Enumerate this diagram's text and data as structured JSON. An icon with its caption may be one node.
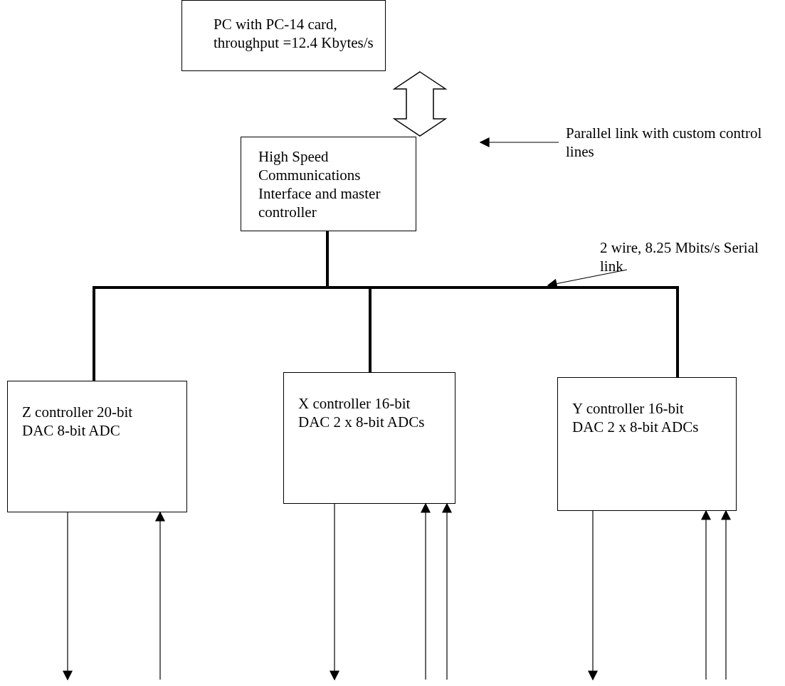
{
  "diagram": {
    "nodes": [
      {
        "text": [
          "PC with PC-14 card, throughput =12.4 Kbytes/s"
        ]
      },
      {
        "text": [
          "High Speed Communications Interface and master controller"
        ]
      },
      {
        "text": [
          "Z controller 20-bit DAC 8-bit ADC"
        ]
      },
      {
        "text": [
          "X controller 16-bit DAC 2 x 8-bit ADCs"
        ]
      },
      {
        "text": [
          "Y controller 16-bit DAC 2 x 8-bit ADCs"
        ]
      },
      {
        "text": [
          "Parallel link with custom control lines"
        ]
      },
      {
        "text": [
          "2 wire, 8.25 Mbits/s Serial link"
        ]
      }
    ],
    "edges": [
      {
        "from": 0,
        "to": 1,
        "arrow": "both",
        "style": "thick"
      },
      {
        "from": 1,
        "to": 2,
        "arrow": "none",
        "style": "thick"
      },
      {
        "from": 1,
        "to": 3,
        "arrow": "none",
        "style": "thick"
      },
      {
        "from": 1,
        "to": 4,
        "arrow": "none",
        "style": "thick"
      },
      {
        "from": 5,
        "to": null,
        "arrow": "to"
      },
      {
        "from": 6,
        "to": null,
        "arrow": "to"
      },
      {
        "from": 2,
        "to": null,
        "arrow": "to"
      },
      {
        "from": null,
        "to": 2,
        "arrow": "to"
      },
      {
        "from": 3,
        "to": null,
        "arrow": "to"
      },
      {
        "from": null,
        "to": 3,
        "arrow": "to"
      },
      {
        "from": null,
        "to": 3,
        "arrow": "to"
      },
      {
        "from": 4,
        "to": null,
        "arrow": "to"
      },
      {
        "from": null,
        "to": 4,
        "arrow": "to"
      },
      {
        "from": null,
        "to": 4,
        "arrow": "to"
      }
    ]
  }
}
